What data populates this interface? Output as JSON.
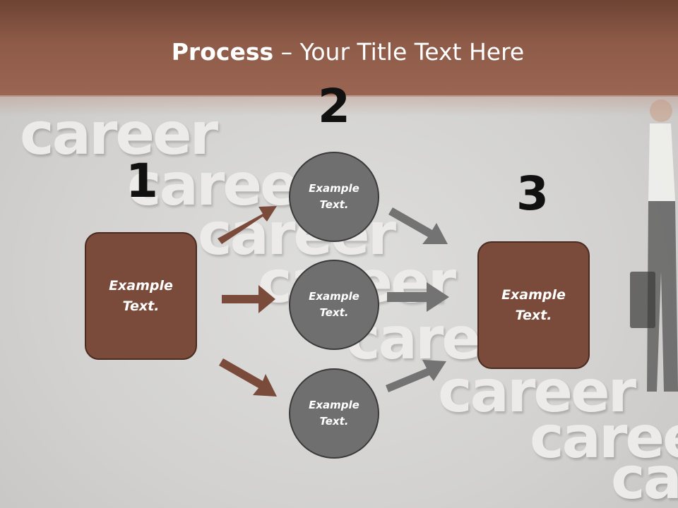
{
  "title": {
    "bold": "Process",
    "rest": " – Your Title Text Here"
  },
  "background_words": [
    "career",
    "career",
    "career",
    "career",
    "career",
    "career",
    "career",
    "career"
  ],
  "steps": {
    "one": "1",
    "two": "2",
    "three": "3"
  },
  "left_box": {
    "line1": "Example",
    "line2": "Text."
  },
  "circles": [
    {
      "line1": "Example",
      "line2": "Text."
    },
    {
      "line1": "Example",
      "line2": "Text."
    },
    {
      "line1": "Example",
      "line2": "Text."
    }
  ],
  "right_box": {
    "line1": "Example",
    "line2": "Text."
  },
  "colors": {
    "header": "#8e5b48",
    "box": "#7a4b3a",
    "circle": "#6f6f6f",
    "arrow_brown": "#7a4b3a",
    "arrow_gray": "#707070"
  }
}
